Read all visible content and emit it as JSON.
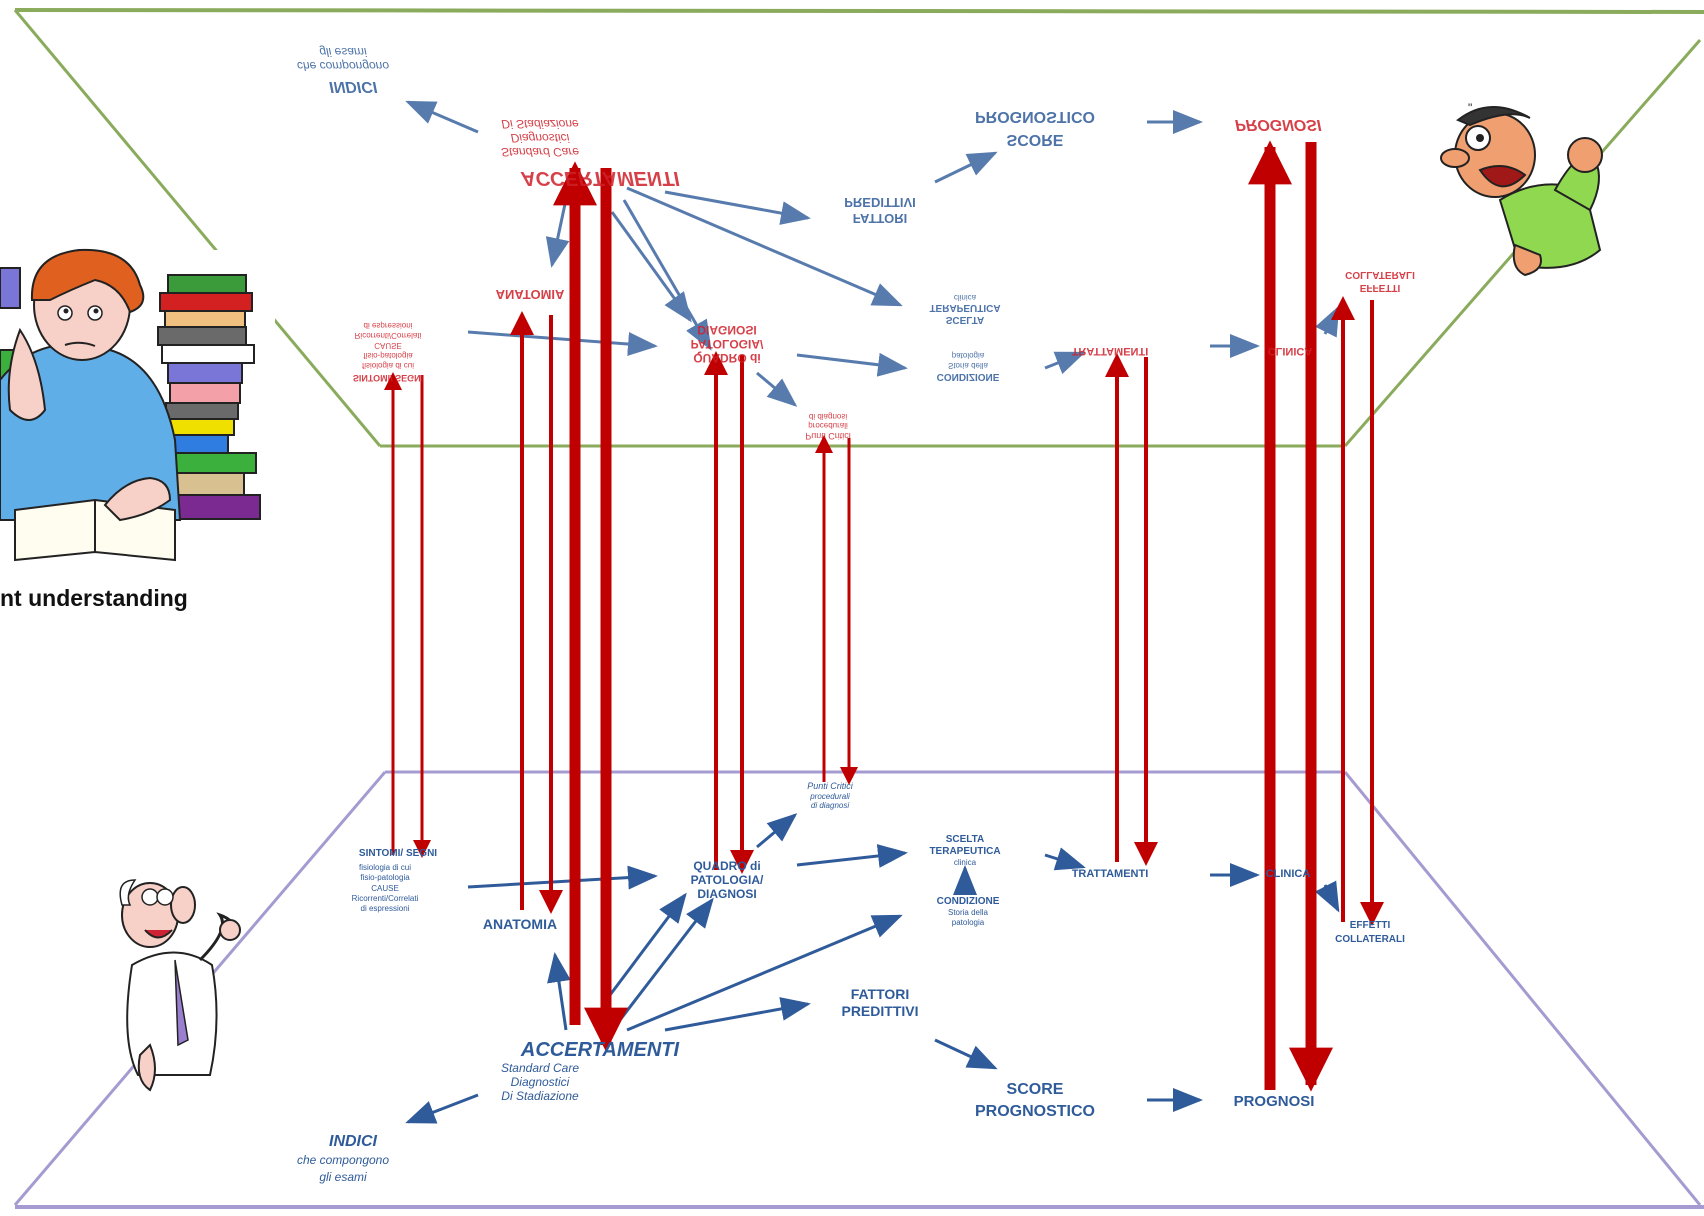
{
  "caption": "nt understanding",
  "bottom_plane": {
    "accertamenti": "ACCERTAMENTI",
    "accertamenti_sub": [
      "Standard Care",
      "Diagnostici",
      "Di Stadiazione"
    ],
    "indici": "INDICI",
    "indici_sub": [
      "che compongono",
      "gli esami"
    ],
    "anatomia": "ANATOMIA",
    "sintomi": "SINTOMI/ SEGNI",
    "sintomi_sub": [
      "fisiologia di cui",
      "fisio-patologia",
      "CAUSE",
      "Ricorrenti/Correlati",
      "di espressioni"
    ],
    "diagnosi": [
      "QUADRO di",
      "PATOLOGIA/",
      "DIAGNOSI"
    ],
    "punti_critici": "Punti Critici",
    "punti_critici_sub": [
      "procedurali",
      "di diagnosi"
    ],
    "scelta": [
      "SCELTA",
      "TERAPEUTICA"
    ],
    "scelta_sub": "clinica",
    "condizione": "CONDIZIONE",
    "condizione_sub": [
      "Storia della",
      "patologia"
    ],
    "trattamenti": "TRATTAMENTI",
    "clinica": "CLINICA",
    "effetti": [
      "EFFETTI",
      "COLLATERALI"
    ],
    "fattori": [
      "FATTORI",
      "PREDITTIVI"
    ],
    "score": [
      "SCORE",
      "PROGNOSTICO"
    ],
    "prognosi": "PROGNOSI"
  },
  "colors": {
    "green_plane": "#8aab5c",
    "purple_plane": "#a69bd0",
    "blue_text": "#2f5b9a",
    "red_arrow": "#c00000",
    "red_text": "#d0202a"
  },
  "icons": [
    "student-with-books-icon",
    "doctor-with-stethoscope-icon",
    "shouting-man-icon"
  ]
}
